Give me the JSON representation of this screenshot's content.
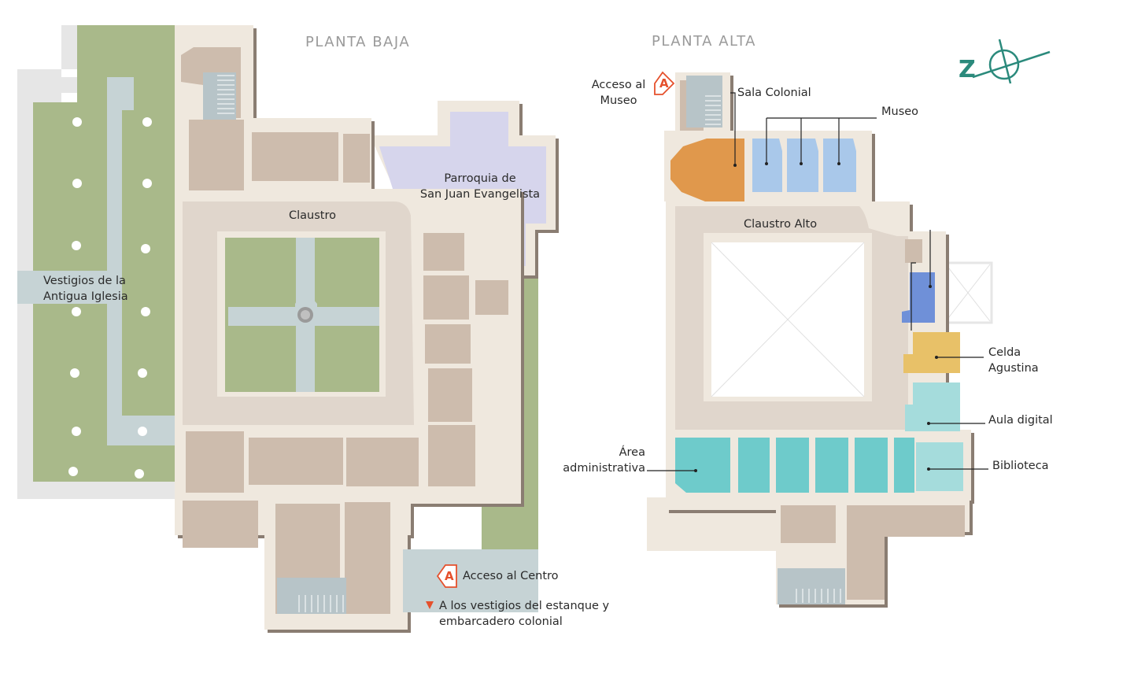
{
  "floors": {
    "ground_title": "PLANTA BAJA",
    "upper_title": "PLANTA ALTA"
  },
  "ground_labels": {
    "vestigios_line1": "Vestigios de la",
    "vestigios_line2": "Antigua Iglesia",
    "claustro": "Claustro",
    "parroquia_line1": "Parroquia de",
    "parroquia_line2": "San Juan Evangelista",
    "acceso_centro": "Acceso al Centro",
    "estanque_line1": "A los vestigios del estanque y",
    "estanque_line2": "embarcadero colonial"
  },
  "upper_labels": {
    "acceso_museo_line1": "Acceso al",
    "acceso_museo_line2": "Museo",
    "sala_colonial": "Sala Colonial",
    "museo": "Museo",
    "claustro_alto": "Claustro Alto",
    "celda_line1": "Celda",
    "celda_line2": "Agustina",
    "aula_digital": "Aula digital",
    "area_line1": "Área",
    "area_line2": "administrativa",
    "biblioteca": "Biblioteca"
  },
  "access_marker": "A",
  "north_arrow": {
    "letter": "Z",
    "icon": "compass-icon"
  },
  "colors": {
    "wall": "#efe8de",
    "wall_shadow": "#8a7d72",
    "room": "#cdbcad",
    "corridor": "#e0d6cc",
    "garden": "#a9b98a",
    "path": "#c6d3d5",
    "parroquia": "#d6d5ec",
    "ruin_wall": "#e6e6e6",
    "sala_colonial": "#e0984c",
    "museo": "#a9c8ea",
    "celda": "#e8c168",
    "blue_room": "#6f90d8",
    "aula": "#a5dcdc",
    "teal": "#6ecbcb",
    "accent_red": "#e5502c",
    "compass": "#2b8a7c",
    "title_gray": "#9a9a9a"
  }
}
